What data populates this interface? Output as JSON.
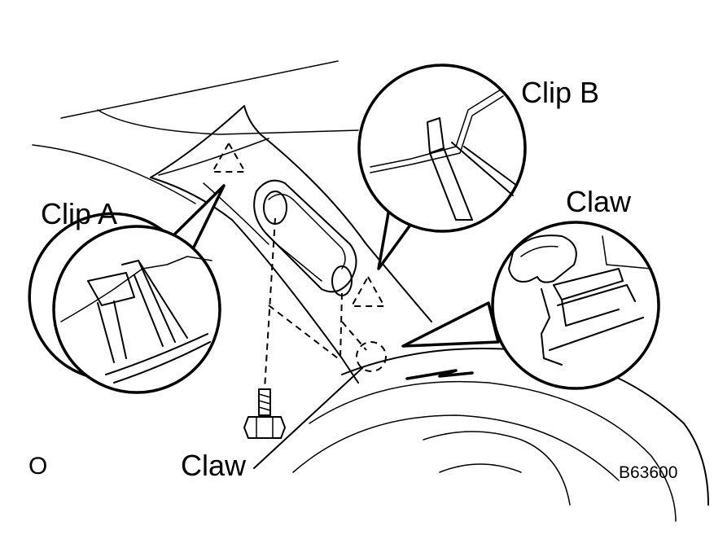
{
  "labels": {
    "clip_a": "Clip A",
    "clip_b": "Clip B",
    "claw_right": "Claw",
    "claw_bottom": "Claw",
    "corner_mark": "O",
    "figure_code": "B63600"
  },
  "icons": [
    "clip-a-detail",
    "clip-b-detail",
    "claw-detail",
    "bolt-icon",
    "clip-location-triangle",
    "claw-location-circle"
  ]
}
